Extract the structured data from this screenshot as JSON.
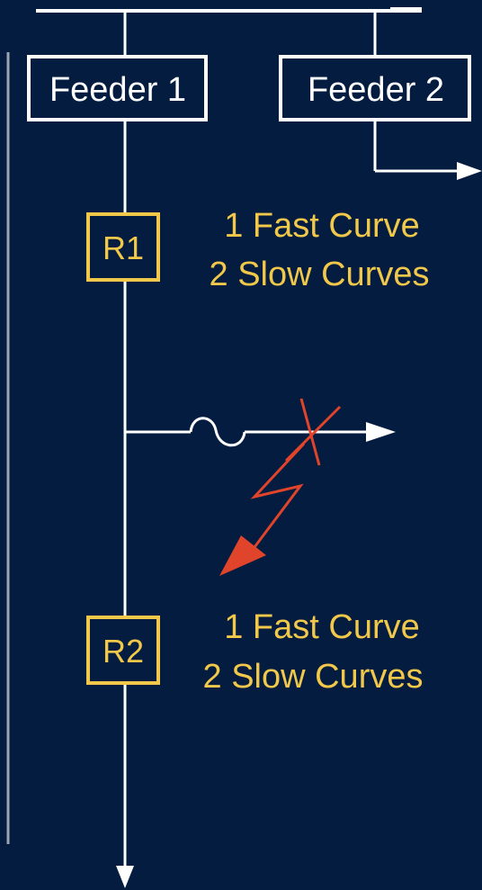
{
  "feeders": [
    {
      "label": "Feeder 1"
    },
    {
      "label": "Feeder 2"
    }
  ],
  "reclosers": [
    {
      "label": "R1",
      "settings": [
        "1 Fast Curve",
        "2 Slow Curves"
      ]
    },
    {
      "label": "R2",
      "settings": [
        "1 Fast Curve",
        "2 Slow Curves"
      ]
    }
  ],
  "colors": {
    "background": "#031c3f",
    "line": "#ffffff",
    "recloser": "#f2c84b",
    "fault": "#e0442a"
  },
  "icons": [
    "fuse-symbol",
    "fault-lightning-icon",
    "fault-x-mark"
  ]
}
